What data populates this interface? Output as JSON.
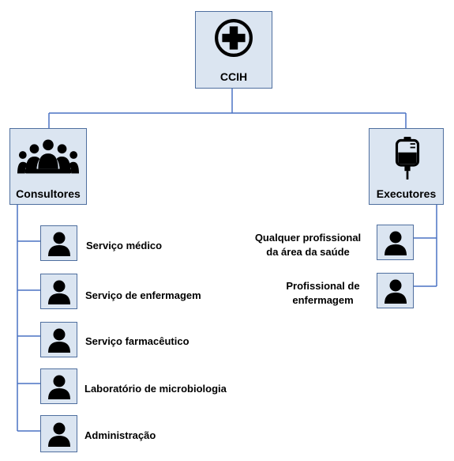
{
  "colors": {
    "box_fill": "#dbe5f1",
    "box_border": "#4f6f9f",
    "connector": "#4a72c4",
    "icon": "#000000"
  },
  "root": {
    "label": "CCIH",
    "icon": "medical-cross-icon"
  },
  "groups": [
    {
      "label": "Consultores",
      "icon": "group-meeting-icon",
      "members": [
        {
          "label": "Serviço médico",
          "icon": "person-icon"
        },
        {
          "label": "Serviço de enfermagem",
          "icon": "person-icon"
        },
        {
          "label": "Serviço farmacêutico",
          "icon": "person-icon"
        },
        {
          "label": "Laboratório de microbiologia",
          "icon": "person-icon"
        },
        {
          "label": "Administração",
          "icon": "person-icon"
        }
      ]
    },
    {
      "label": "Executores",
      "icon": "iv-bag-icon",
      "members": [
        {
          "label_line1": "Qualquer profissional",
          "label_line2": "da área da saúde",
          "icon": "person-icon"
        },
        {
          "label_line1": "Profissional de",
          "label_line2": "enfermagem",
          "icon": "person-icon"
        }
      ]
    }
  ]
}
